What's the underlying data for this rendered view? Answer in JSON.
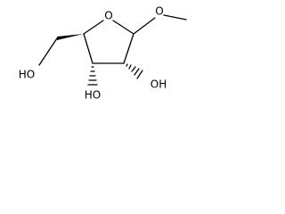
{
  "molecule": {
    "atom_labels": {
      "ring_oxygen": "O",
      "methoxy_oxygen": "O",
      "hydroxymethyl_oh": "HO",
      "c3_oh": "HO",
      "c2_oh": "OH"
    }
  }
}
